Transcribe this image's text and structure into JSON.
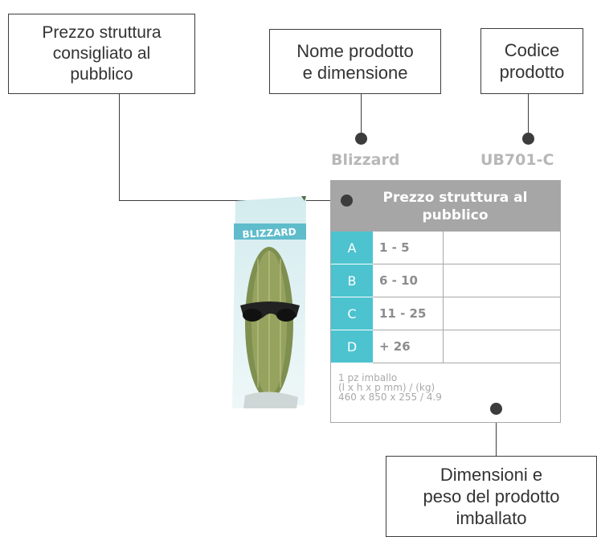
{
  "callouts": {
    "price_structure": "Prezzo struttura\nconsigliato al\npubblico",
    "name_size": "Nome prodotto\ne dimensione",
    "product_code": "Codice\nprodotto",
    "package_dims": "Dimensioni e\npeso del prodotto\nimballato"
  },
  "product": {
    "name": "Blizzard",
    "code": "UB701-C",
    "banner_text": "BLIZZARD"
  },
  "table": {
    "header": "Prezzo struttura al pubblico",
    "rows": [
      {
        "code": "A",
        "range": "1 - 5",
        "price": ""
      },
      {
        "code": "B",
        "range": "6 - 10",
        "price": ""
      },
      {
        "code": "C",
        "range": "11 - 25",
        "price": ""
      },
      {
        "code": "D",
        "range": "+ 26",
        "price": ""
      }
    ],
    "package": {
      "line1": "1 pz imballo",
      "line2": "(l x h x p mm) / (kg)",
      "line3": "460 x 850 x 255 / 4.9"
    }
  },
  "colors": {
    "accent_teal": "#4cc3cf",
    "header_gray": "#a6a6a6",
    "label_gray": "#b7b7b7"
  },
  "icons": {
    "connector_dot": "filled-circle",
    "banner_image": "cactus-with-sunglasses"
  }
}
